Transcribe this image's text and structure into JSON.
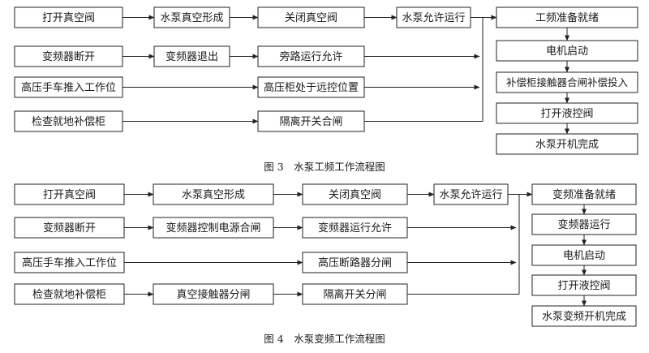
{
  "figure3": {
    "caption": "图 3　水泵工频工作流程图",
    "row1": [
      "打开真空阀",
      "水泵真空形成",
      "关闭真空阀",
      "水泵允许运行"
    ],
    "row2": [
      "变频器断开",
      "变频器退出",
      "旁路运行允许"
    ],
    "row3": [
      "高压手车推入工作位",
      "高压柜处于远控位置"
    ],
    "row4": [
      "检查就地补偿柜",
      "隔离开关合闸"
    ],
    "right": [
      "工频准备就绪",
      "电机启动",
      "补偿柜接触器合闸补偿投入",
      "打开液控阀",
      "水泵开机完成"
    ]
  },
  "figure4": {
    "caption": "图 4　水泵变频工作流程图",
    "row1": [
      "打开真空阀",
      "水泵真空形成",
      "关闭真空阀",
      "水泵允许运行"
    ],
    "row2": [
      "变频器断开",
      "变频器控制电源合闸",
      "变频器运行允许"
    ],
    "row3": [
      "高压手车推入工作位",
      "高压断路器分闸"
    ],
    "row4": [
      "检查就地补偿柜",
      "真空接触器分闸",
      "隔离开关分闸"
    ],
    "right": [
      "变频准备就绪",
      "变频器运行",
      "电机启动",
      "打开液控阀",
      "水泵变频开机完成"
    ]
  }
}
